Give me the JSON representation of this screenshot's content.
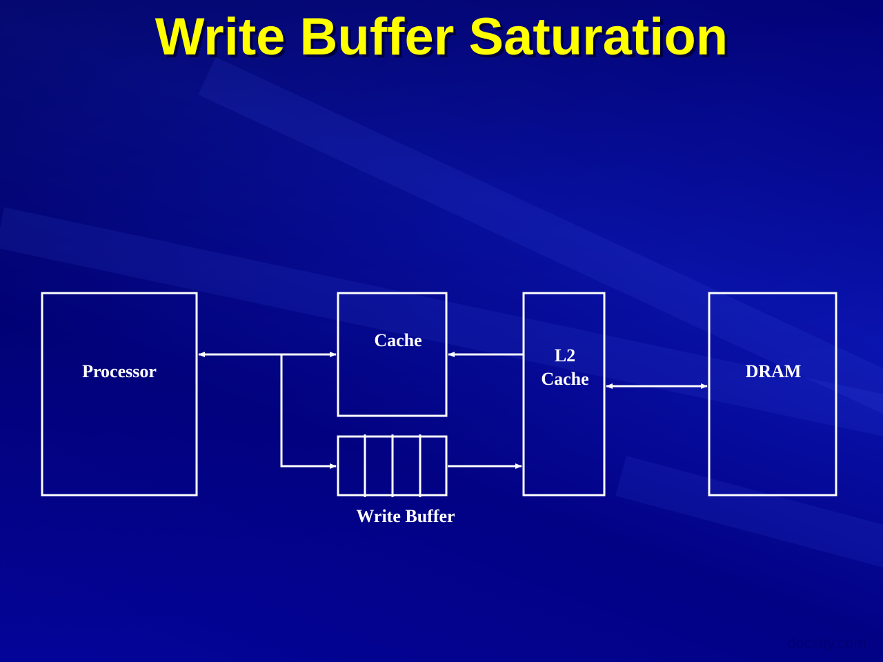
{
  "title": "Write Buffer Saturation",
  "diagram": {
    "processor": "Processor",
    "cache": "Cache",
    "write_buffer": "Write Buffer",
    "l2_cache_line1": "L2",
    "l2_cache_line2": "Cache",
    "dram": "DRAM"
  },
  "watermark": "docsity.com",
  "colors": {
    "title": "#ffff00",
    "lines": "#ffffff",
    "background": "#03038f"
  }
}
